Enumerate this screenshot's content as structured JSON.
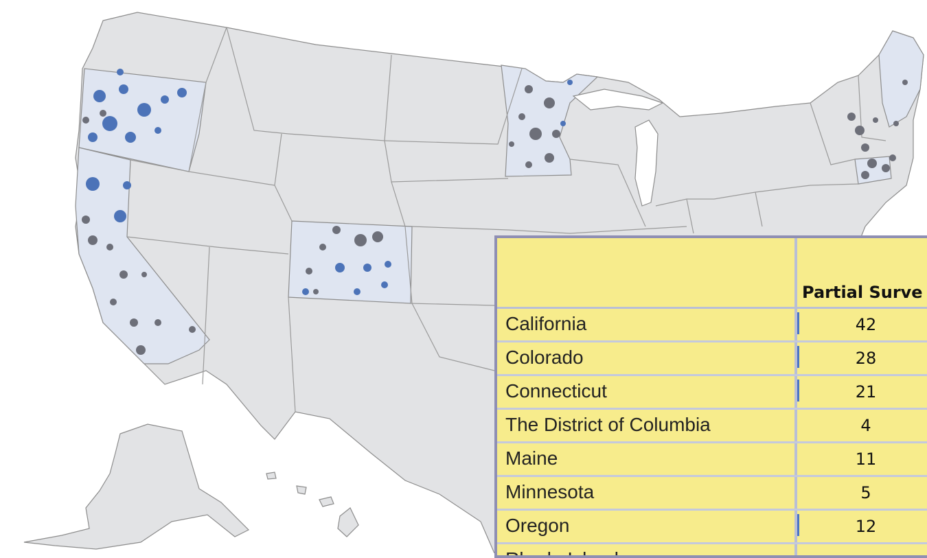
{
  "colors": {
    "state_fill": "#e2e3e5",
    "highlight_state_fill": "#dfe5f1",
    "district_full": "#4c73b8",
    "district_partial": "#6d6f79",
    "table_background": "#f7ec8c",
    "table_border": "#8f8fb3"
  },
  "map": {
    "highlighted_states": [
      "Oregon",
      "California",
      "Colorado",
      "Minnesota",
      "Maine",
      "Connecticut",
      "Rhode Island"
    ]
  },
  "table": {
    "header": "Partial Surve",
    "rows": [
      {
        "state": "California",
        "count": "42",
        "bar": true
      },
      {
        "state": "Colorado",
        "count": "28",
        "bar": true
      },
      {
        "state": "Connecticut",
        "count": "21",
        "bar": true
      },
      {
        "state": "The District of Columbia",
        "count": "4",
        "bar": false
      },
      {
        "state": "Maine",
        "count": "11",
        "bar": false
      },
      {
        "state": "Minnesota",
        "count": "5",
        "bar": false
      },
      {
        "state": "Oregon",
        "count": "12",
        "bar": true
      },
      {
        "state": "Rhode Island",
        "count": "",
        "bar": false
      }
    ]
  }
}
